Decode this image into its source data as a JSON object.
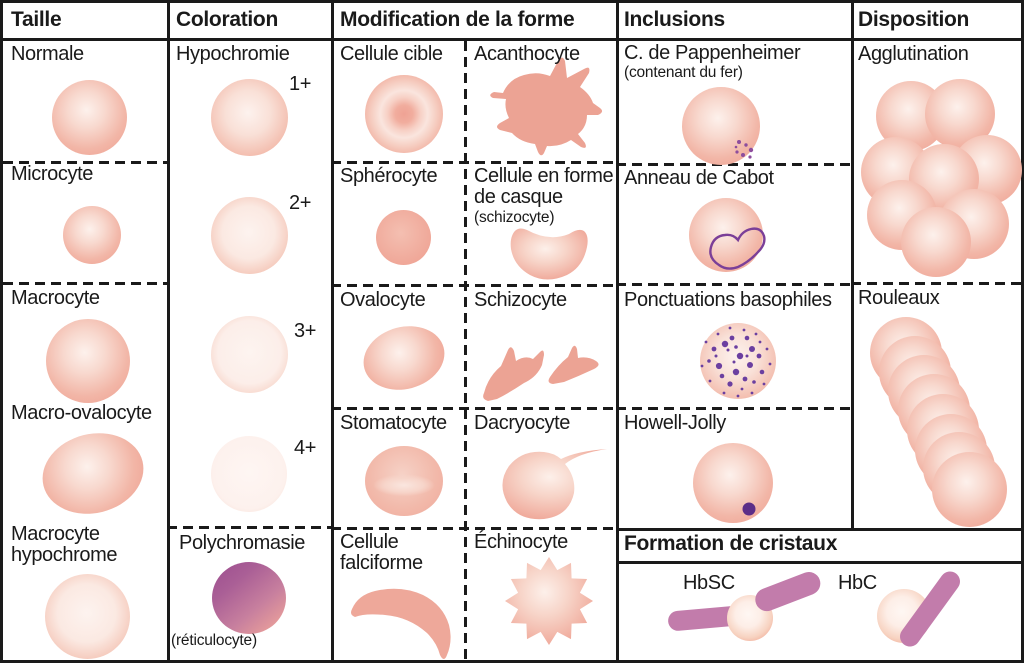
{
  "diagram": {
    "columns": {
      "taille": {
        "header": "Taille",
        "items": [
          "Normale",
          "Microcyte",
          "Macrocyte",
          "Macro-ovalocyte",
          "Macrocyte hypochrome"
        ]
      },
      "coloration": {
        "header": "Coloration",
        "hypochromie": "Hypochromie",
        "grades": [
          "1+",
          "2+",
          "3+",
          "4+"
        ],
        "polychromasie": "Polychromasie",
        "reticulocyte_note": "(réticulocyte)"
      },
      "forme": {
        "header": "Modification de la forme",
        "items": [
          "Cellule cible",
          "Acanthocyte",
          "Sphérocyte",
          "Cellule en forme de casque",
          "Ovalocyte",
          "Schizocyte",
          "Stomatocyte",
          "Dacryocyte",
          "Cellule falciforme",
          "Échinocyte"
        ],
        "casque_note": "(schizocyte)"
      },
      "inclusions": {
        "header": "Inclusions",
        "items": [
          "C. de Pappenheimer",
          "Anneau de Cabot",
          "Ponctuations basophiles",
          "Howell-Jolly"
        ],
        "pappenheimer_note": "(contenant du fer)"
      },
      "disposition": {
        "header": "Disposition",
        "items": [
          "Agglutination",
          "Rouleaux"
        ]
      }
    },
    "cristaux": {
      "header": "Formation de cristaux",
      "items": [
        "HbSC",
        "HbC"
      ]
    }
  },
  "colors": {
    "cell_salmon": "#EFA596",
    "cell_pale_center": "#FDF1EC",
    "howell_jolly_purple": "#5C2E88",
    "stippling_purple": "#6B3FA0",
    "cabot_ring_purple": "#7B3F98",
    "pappenheimer_specks": "#8D4D9D",
    "crystal_mauve": "#C27CAB",
    "polychromasia_purple": "#9C4D8F",
    "line_ink": "#1A1A1A"
  }
}
